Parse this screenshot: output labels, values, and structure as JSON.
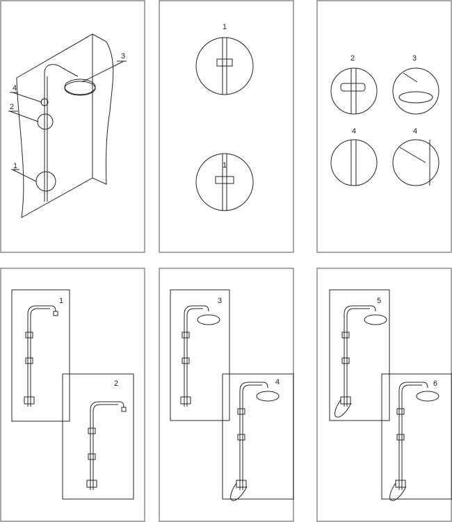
{
  "title": "Shower column installation steps",
  "panels": [
    {
      "step": "overview",
      "callouts": [
        "3",
        "4",
        "2",
        "1"
      ]
    },
    {
      "step": "mixer-connection",
      "callouts": [
        "1",
        "1"
      ]
    },
    {
      "step": "component-details",
      "callouts": [
        "2",
        "3",
        "4",
        "4"
      ]
    },
    {
      "step": "assembly-a",
      "callouts": [
        "1",
        "2"
      ]
    },
    {
      "step": "assembly-b",
      "callouts": [
        "3",
        "4"
      ]
    },
    {
      "step": "assembly-c",
      "callouts": [
        "5",
        "6"
      ]
    }
  ]
}
